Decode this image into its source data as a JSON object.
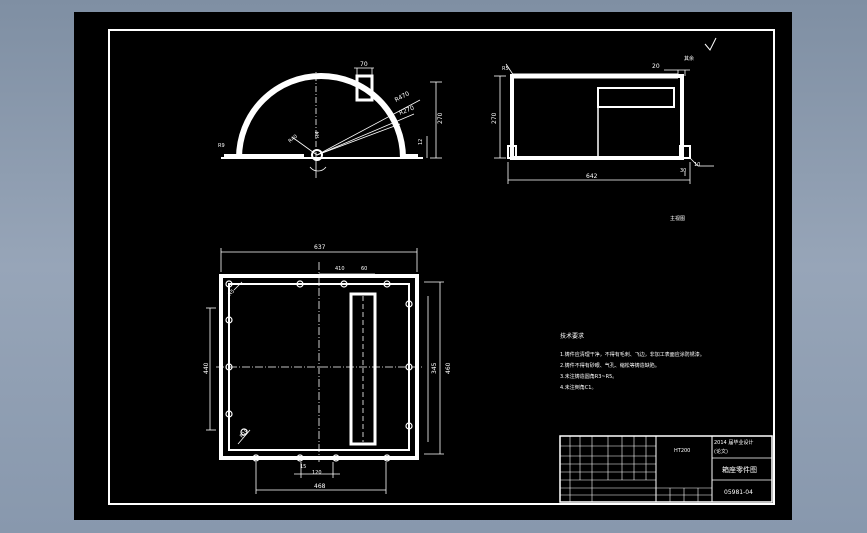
{
  "title_block": {
    "drawing_name": "箱座零件图",
    "drawing_number": "05981-04",
    "school_line1": "2014 届毕业设计",
    "school_line2": "(论文)",
    "material_cell": "HT200"
  },
  "notes": {
    "heading": "技术要求",
    "lines": [
      "1.铸件应清理干净，不得有毛刺、飞边，非加工表面应涂防锈漆。",
      "2.铸件不得有砂眼、气孔、缩松等铸造缺陷。",
      "3.未注铸造圆角R3~R5。",
      "4.未注倒角C1。"
    ]
  },
  "labels": {
    "front_view": "主视图",
    "roughness_note": "其余"
  },
  "dimensions": {
    "top_width": "637",
    "pos_410": "410",
    "pos_60": "60",
    "left_height": "440",
    "right_height_1": "345",
    "right_height_2": "460",
    "bottom_width": "468",
    "bottom_120": "120",
    "bottom_15": "15",
    "hole_r10": "R10",
    "hole_r5": "R5",
    "arc_r470": "R470",
    "arc_r270": "R270",
    "side_height_270": "270",
    "side_width_642": "642",
    "side_20": "20",
    "side_10": "10",
    "side_30": "30",
    "side_r5": "R5",
    "slot_70": "70",
    "arc_10": "10",
    "arc_r9": "R9",
    "arc_r4": "R4",
    "arc_r40": "R40",
    "arc_12": "12"
  },
  "colors": {
    "paper": "#000000",
    "lines": "#ffffff",
    "background": "#8a9ab0"
  }
}
